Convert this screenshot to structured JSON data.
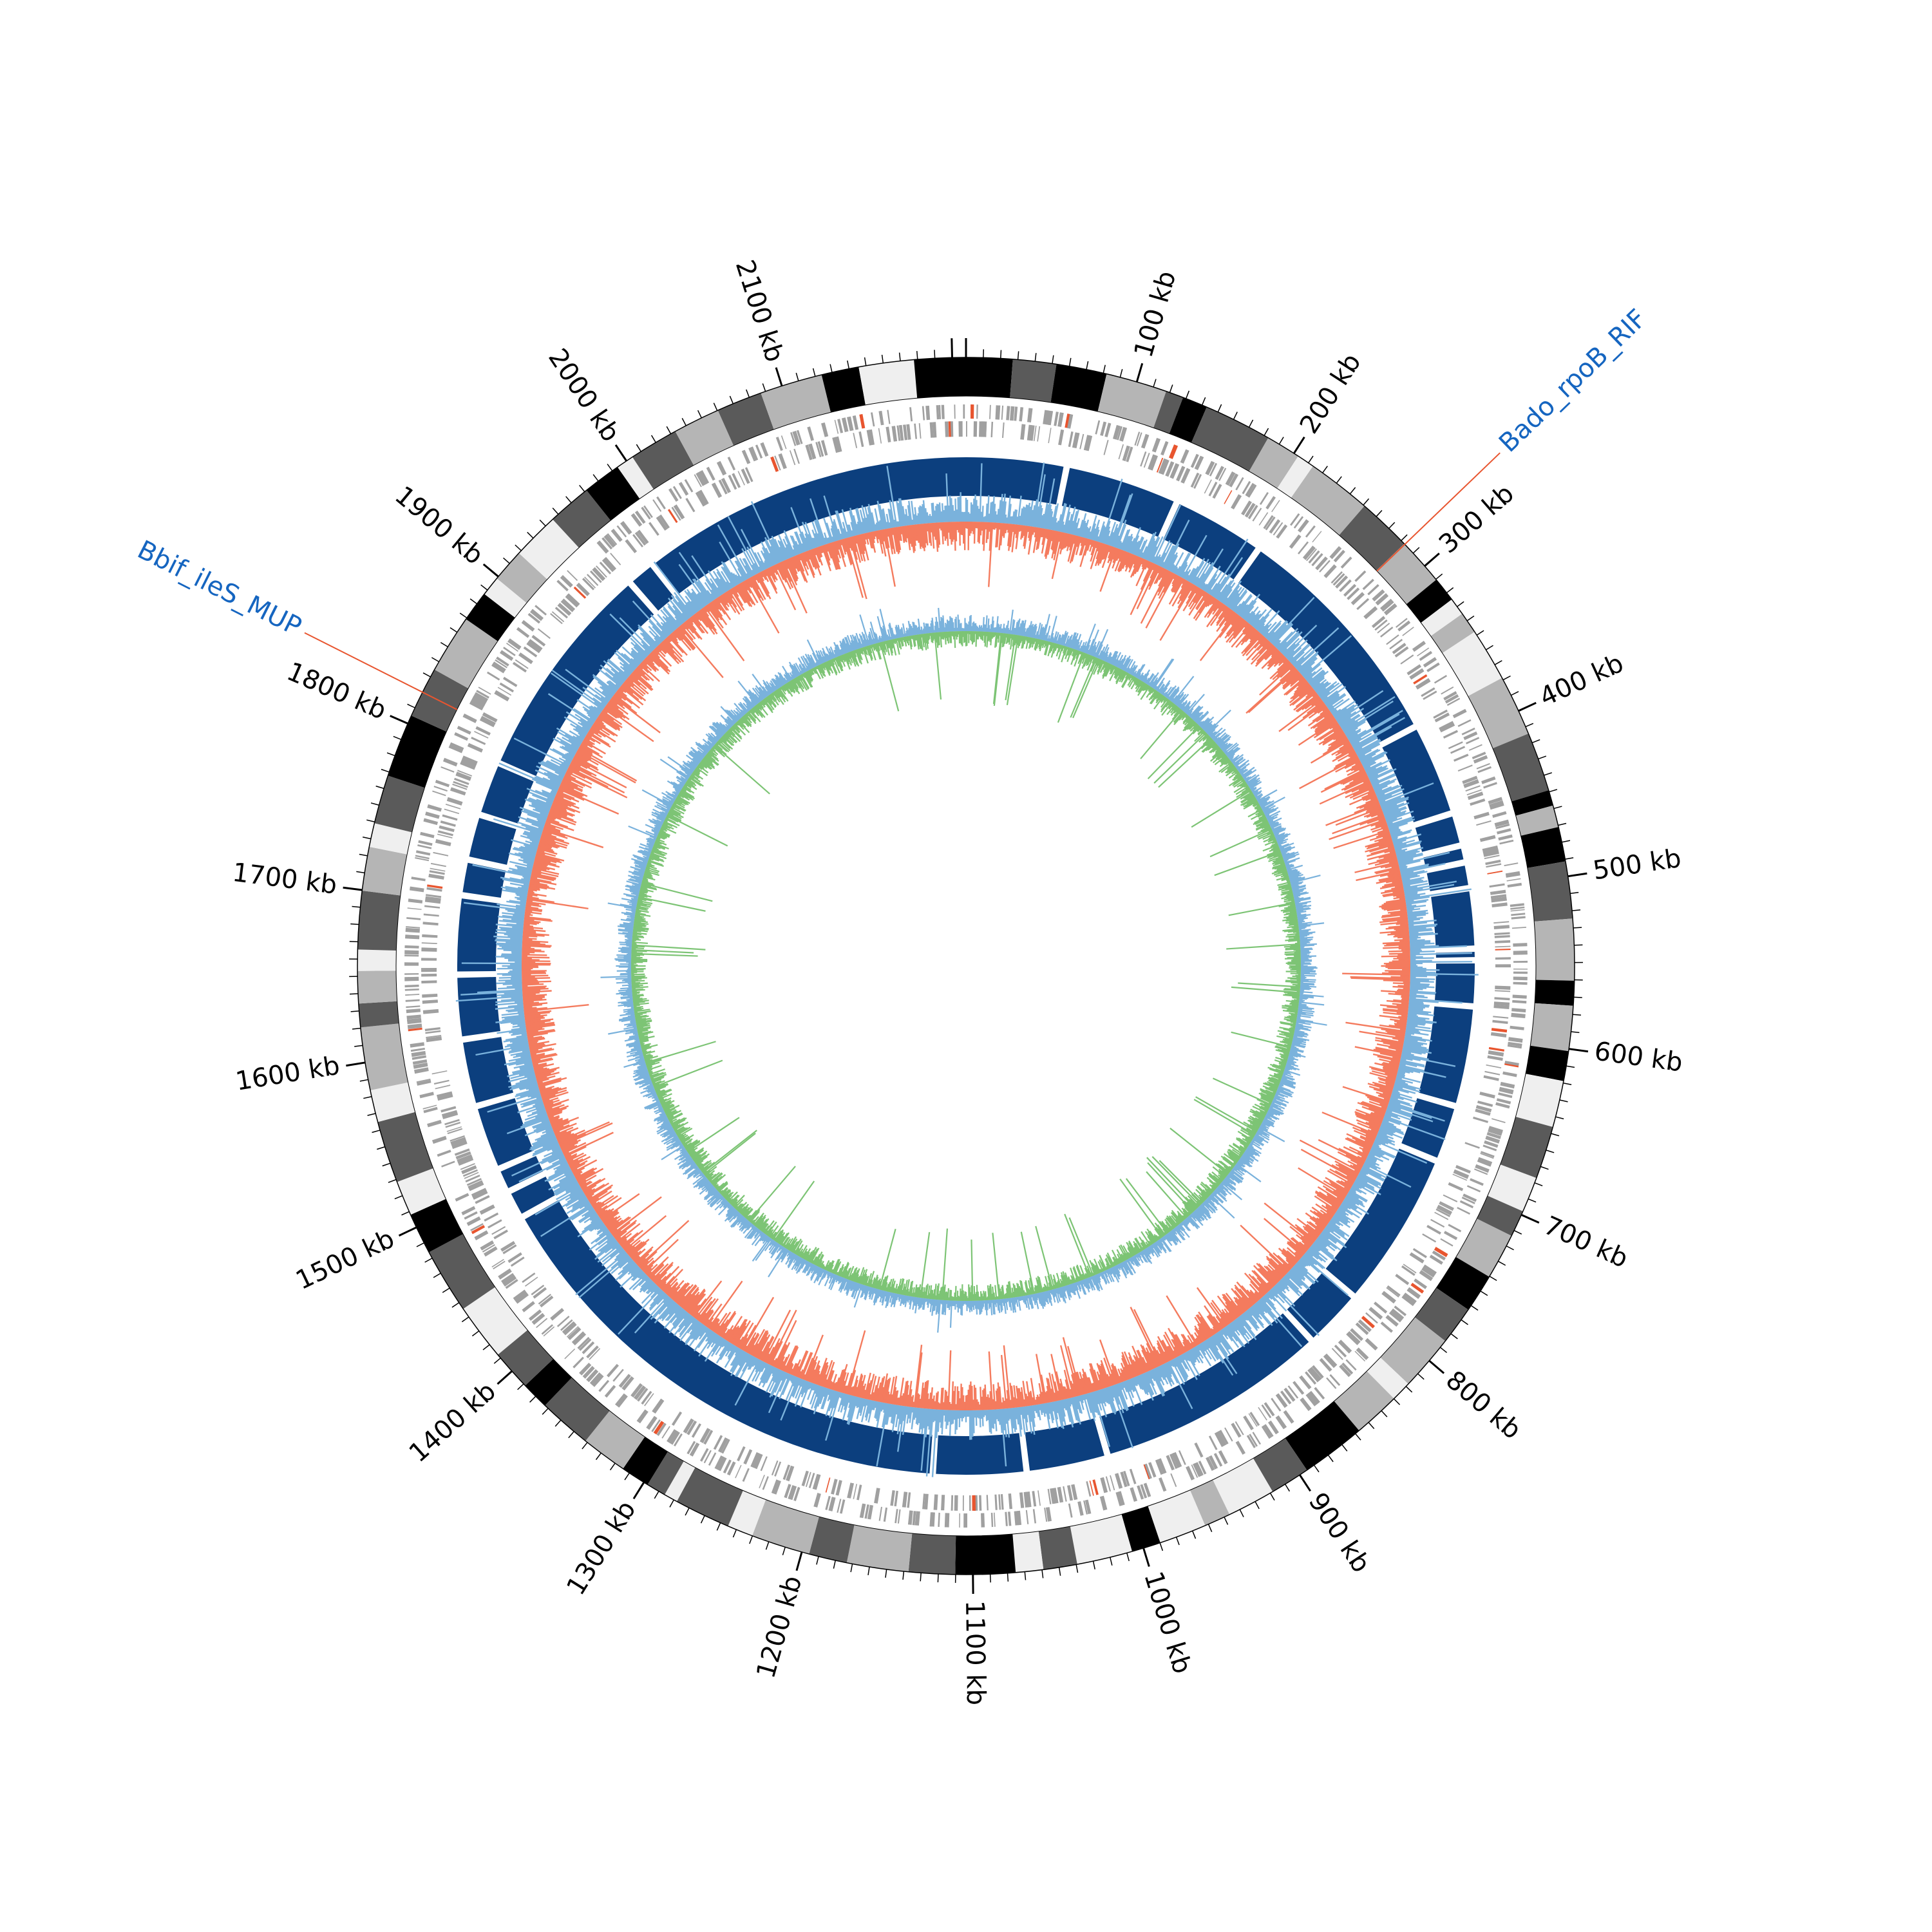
{
  "genome": {
    "total_kb": 2208,
    "tick_unit": "kb",
    "major_tick_step_kb": 100,
    "minor_tick_step_kb": 10,
    "tick_labels": [
      "100 kb",
      "200 kb",
      "300 kb",
      "400 kb",
      "500 kb",
      "600 kb",
      "700 kb",
      "800 kb",
      "900 kb",
      "1000 kb",
      "1100 kb",
      "1200 kb",
      "1300 kb",
      "1400 kb",
      "1500 kb",
      "1600 kb",
      "1700 kb",
      "1800 kb",
      "1900 kb",
      "2000 kb",
      "2100 kb"
    ]
  },
  "annotations": [
    {
      "label": "Bado_rpoB_RIF",
      "position_kb": 283,
      "color": "#1565c0",
      "line_color": "#e8552f"
    },
    {
      "label": "Bbif_ileS_MUP",
      "position_kb": 1820,
      "color": "#1565c0",
      "line_color": "#e8552f"
    }
  ],
  "colors": {
    "ideogram_shades": [
      "#000000",
      "#5a5a5a",
      "#b5b5b5",
      "#efefef"
    ],
    "gene_feature": "#a0a0a0",
    "gene_highlight": "#e8552f",
    "contig_band": "#0c3f7e",
    "skew_positive": "#7ab2dc",
    "skew_negative": "#f47b5e",
    "gc_positive": "#7ab2dc",
    "gc_negative": "#7dc475"
  },
  "contig_gaps_kb": [
    70,
    150,
    215,
    380,
    445,
    468,
    480,
    498,
    540,
    548,
    580,
    650,
    690,
    800,
    842,
    1005,
    1062,
    1127,
    1475,
    1495,
    1512,
    1558,
    1605,
    1650,
    1705,
    1730,
    1762,
    1800,
    1955,
    1975
  ]
}
